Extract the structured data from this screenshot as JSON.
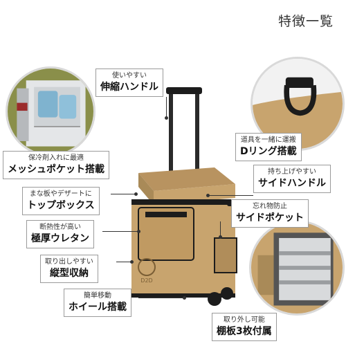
{
  "header": {
    "title": "特徴一覧"
  },
  "brand": {
    "logo_text": "D2D"
  },
  "colors": {
    "tan": "#c8a46e",
    "tan_dark": "#a98a58",
    "black": "#1c1c1c",
    "grass": "#8a8f4a"
  },
  "callouts": [
    {
      "sub": "使いやすい",
      "main": "伸縮ハンドル"
    },
    {
      "sub": "保冷剤入れに最適",
      "main": "メッシュポケット搭載"
    },
    {
      "sub": "まな板やデザートに",
      "main": "トップボックス"
    },
    {
      "sub": "断熱性が高い",
      "main": "極厚ウレタン"
    },
    {
      "sub": "取り出しやすい",
      "main": "縦型収納"
    },
    {
      "sub": "簡単移動",
      "main": "ホイール搭載"
    },
    {
      "sub": "道具を一緒に運搬",
      "main": "Dリング搭載"
    },
    {
      "sub": "持ち上げやすい",
      "main": "サイドハンドル"
    },
    {
      "sub": "忘れ物防止",
      "main": "サイドポケット"
    },
    {
      "sub": "取り外し可能",
      "main": "棚板3枚付属"
    }
  ]
}
